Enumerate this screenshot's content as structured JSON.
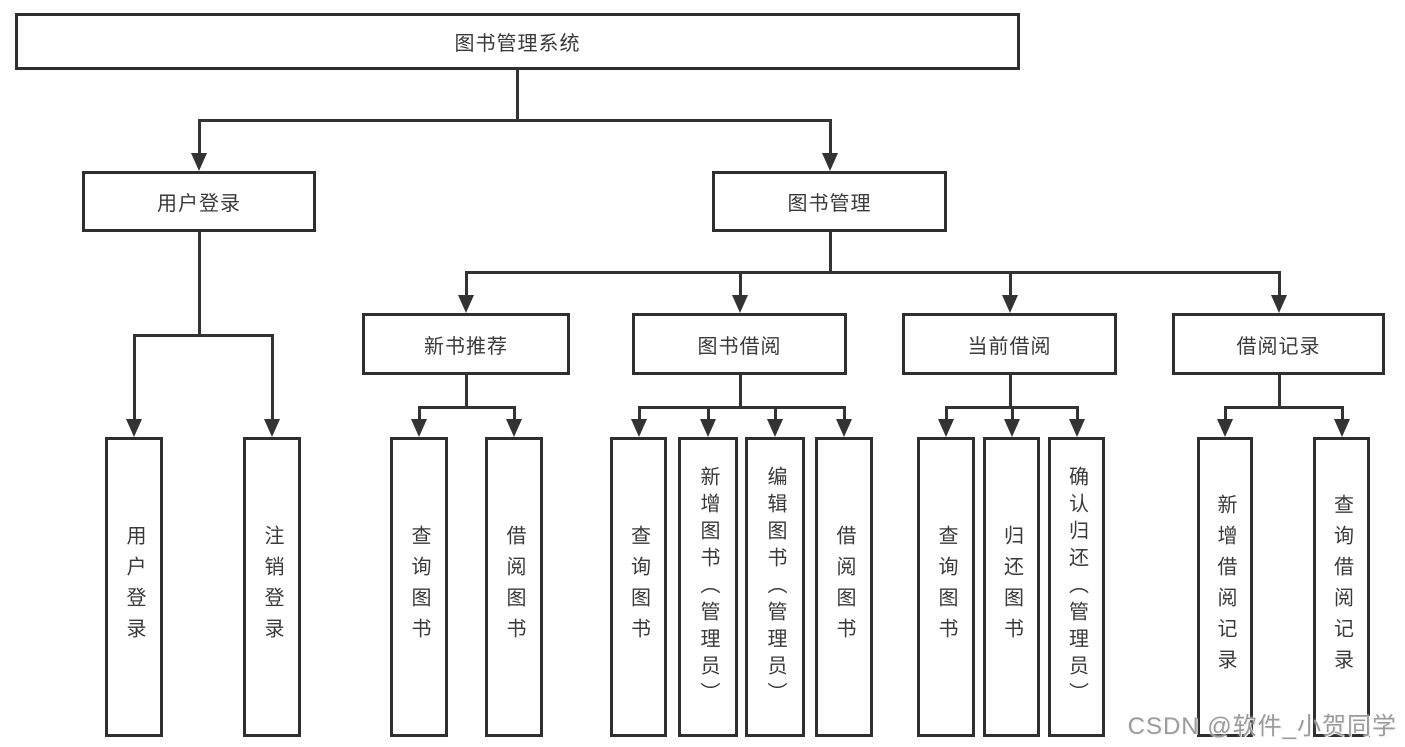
{
  "diagram": {
    "title": "图书管理系统",
    "watermark": "CSDN @软件_小贺同学",
    "colors": {
      "line": "#333333",
      "border": "#2f2f2f",
      "text": "#3a3a3a",
      "background": "#ffffff",
      "watermark": "#9b9b9b"
    }
  },
  "nodes": [
    {
      "id": "root",
      "label": "图书管理系统",
      "orientation": "horizontal",
      "level": 1,
      "parent": null
    },
    {
      "id": "user-login",
      "label": "用户登录",
      "orientation": "horizontal",
      "level": 2,
      "parent": "root"
    },
    {
      "id": "book-management",
      "label": "图书管理",
      "orientation": "horizontal",
      "level": 2,
      "parent": "root"
    },
    {
      "id": "new-book-recommend",
      "label": "新书推荐",
      "orientation": "horizontal",
      "level": 3,
      "parent": "book-management"
    },
    {
      "id": "book-borrowing",
      "label": "图书借阅",
      "orientation": "horizontal",
      "level": 3,
      "parent": "book-management"
    },
    {
      "id": "current-borrowing",
      "label": "当前借阅",
      "orientation": "horizontal",
      "level": 3,
      "parent": "book-management"
    },
    {
      "id": "borrow-records",
      "label": "借阅记录",
      "orientation": "horizontal",
      "level": 3,
      "parent": "book-management"
    },
    {
      "id": "leaf-user-login",
      "label": "用户登录",
      "orientation": "vertical",
      "level": 4,
      "parent": "user-login"
    },
    {
      "id": "leaf-logout",
      "label": "注销登录",
      "orientation": "vertical",
      "level": 4,
      "parent": "user-login"
    },
    {
      "id": "leaf-query-book-1",
      "label": "查询图书",
      "orientation": "vertical",
      "level": 4,
      "parent": "new-book-recommend"
    },
    {
      "id": "leaf-borrow-book-1",
      "label": "借阅图书",
      "orientation": "vertical",
      "level": 4,
      "parent": "new-book-recommend"
    },
    {
      "id": "leaf-query-book-2",
      "label": "查询图书",
      "orientation": "vertical",
      "level": 4,
      "parent": "book-borrowing"
    },
    {
      "id": "leaf-add-book-admin",
      "label": "新增图书（管理员）",
      "orientation": "vertical",
      "level": 4,
      "parent": "book-borrowing"
    },
    {
      "id": "leaf-edit-book-admin",
      "label": "编辑图书（管理员）",
      "orientation": "vertical",
      "level": 4,
      "parent": "book-borrowing"
    },
    {
      "id": "leaf-borrow-book-2",
      "label": "借阅图书",
      "orientation": "vertical",
      "level": 4,
      "parent": "book-borrowing"
    },
    {
      "id": "leaf-query-book-3",
      "label": "查询图书",
      "orientation": "vertical",
      "level": 4,
      "parent": "current-borrowing"
    },
    {
      "id": "leaf-return-book",
      "label": "归还图书",
      "orientation": "vertical",
      "level": 4,
      "parent": "current-borrowing"
    },
    {
      "id": "leaf-confirm-return",
      "label": "确认归还（管理员）",
      "orientation": "vertical",
      "level": 4,
      "parent": "current-borrowing"
    },
    {
      "id": "leaf-add-record",
      "label": "新增借阅记录",
      "orientation": "vertical",
      "level": 4,
      "parent": "borrow-records"
    },
    {
      "id": "leaf-query-record",
      "label": "查询借阅记录",
      "orientation": "vertical",
      "level": 4,
      "parent": "borrow-records"
    }
  ]
}
